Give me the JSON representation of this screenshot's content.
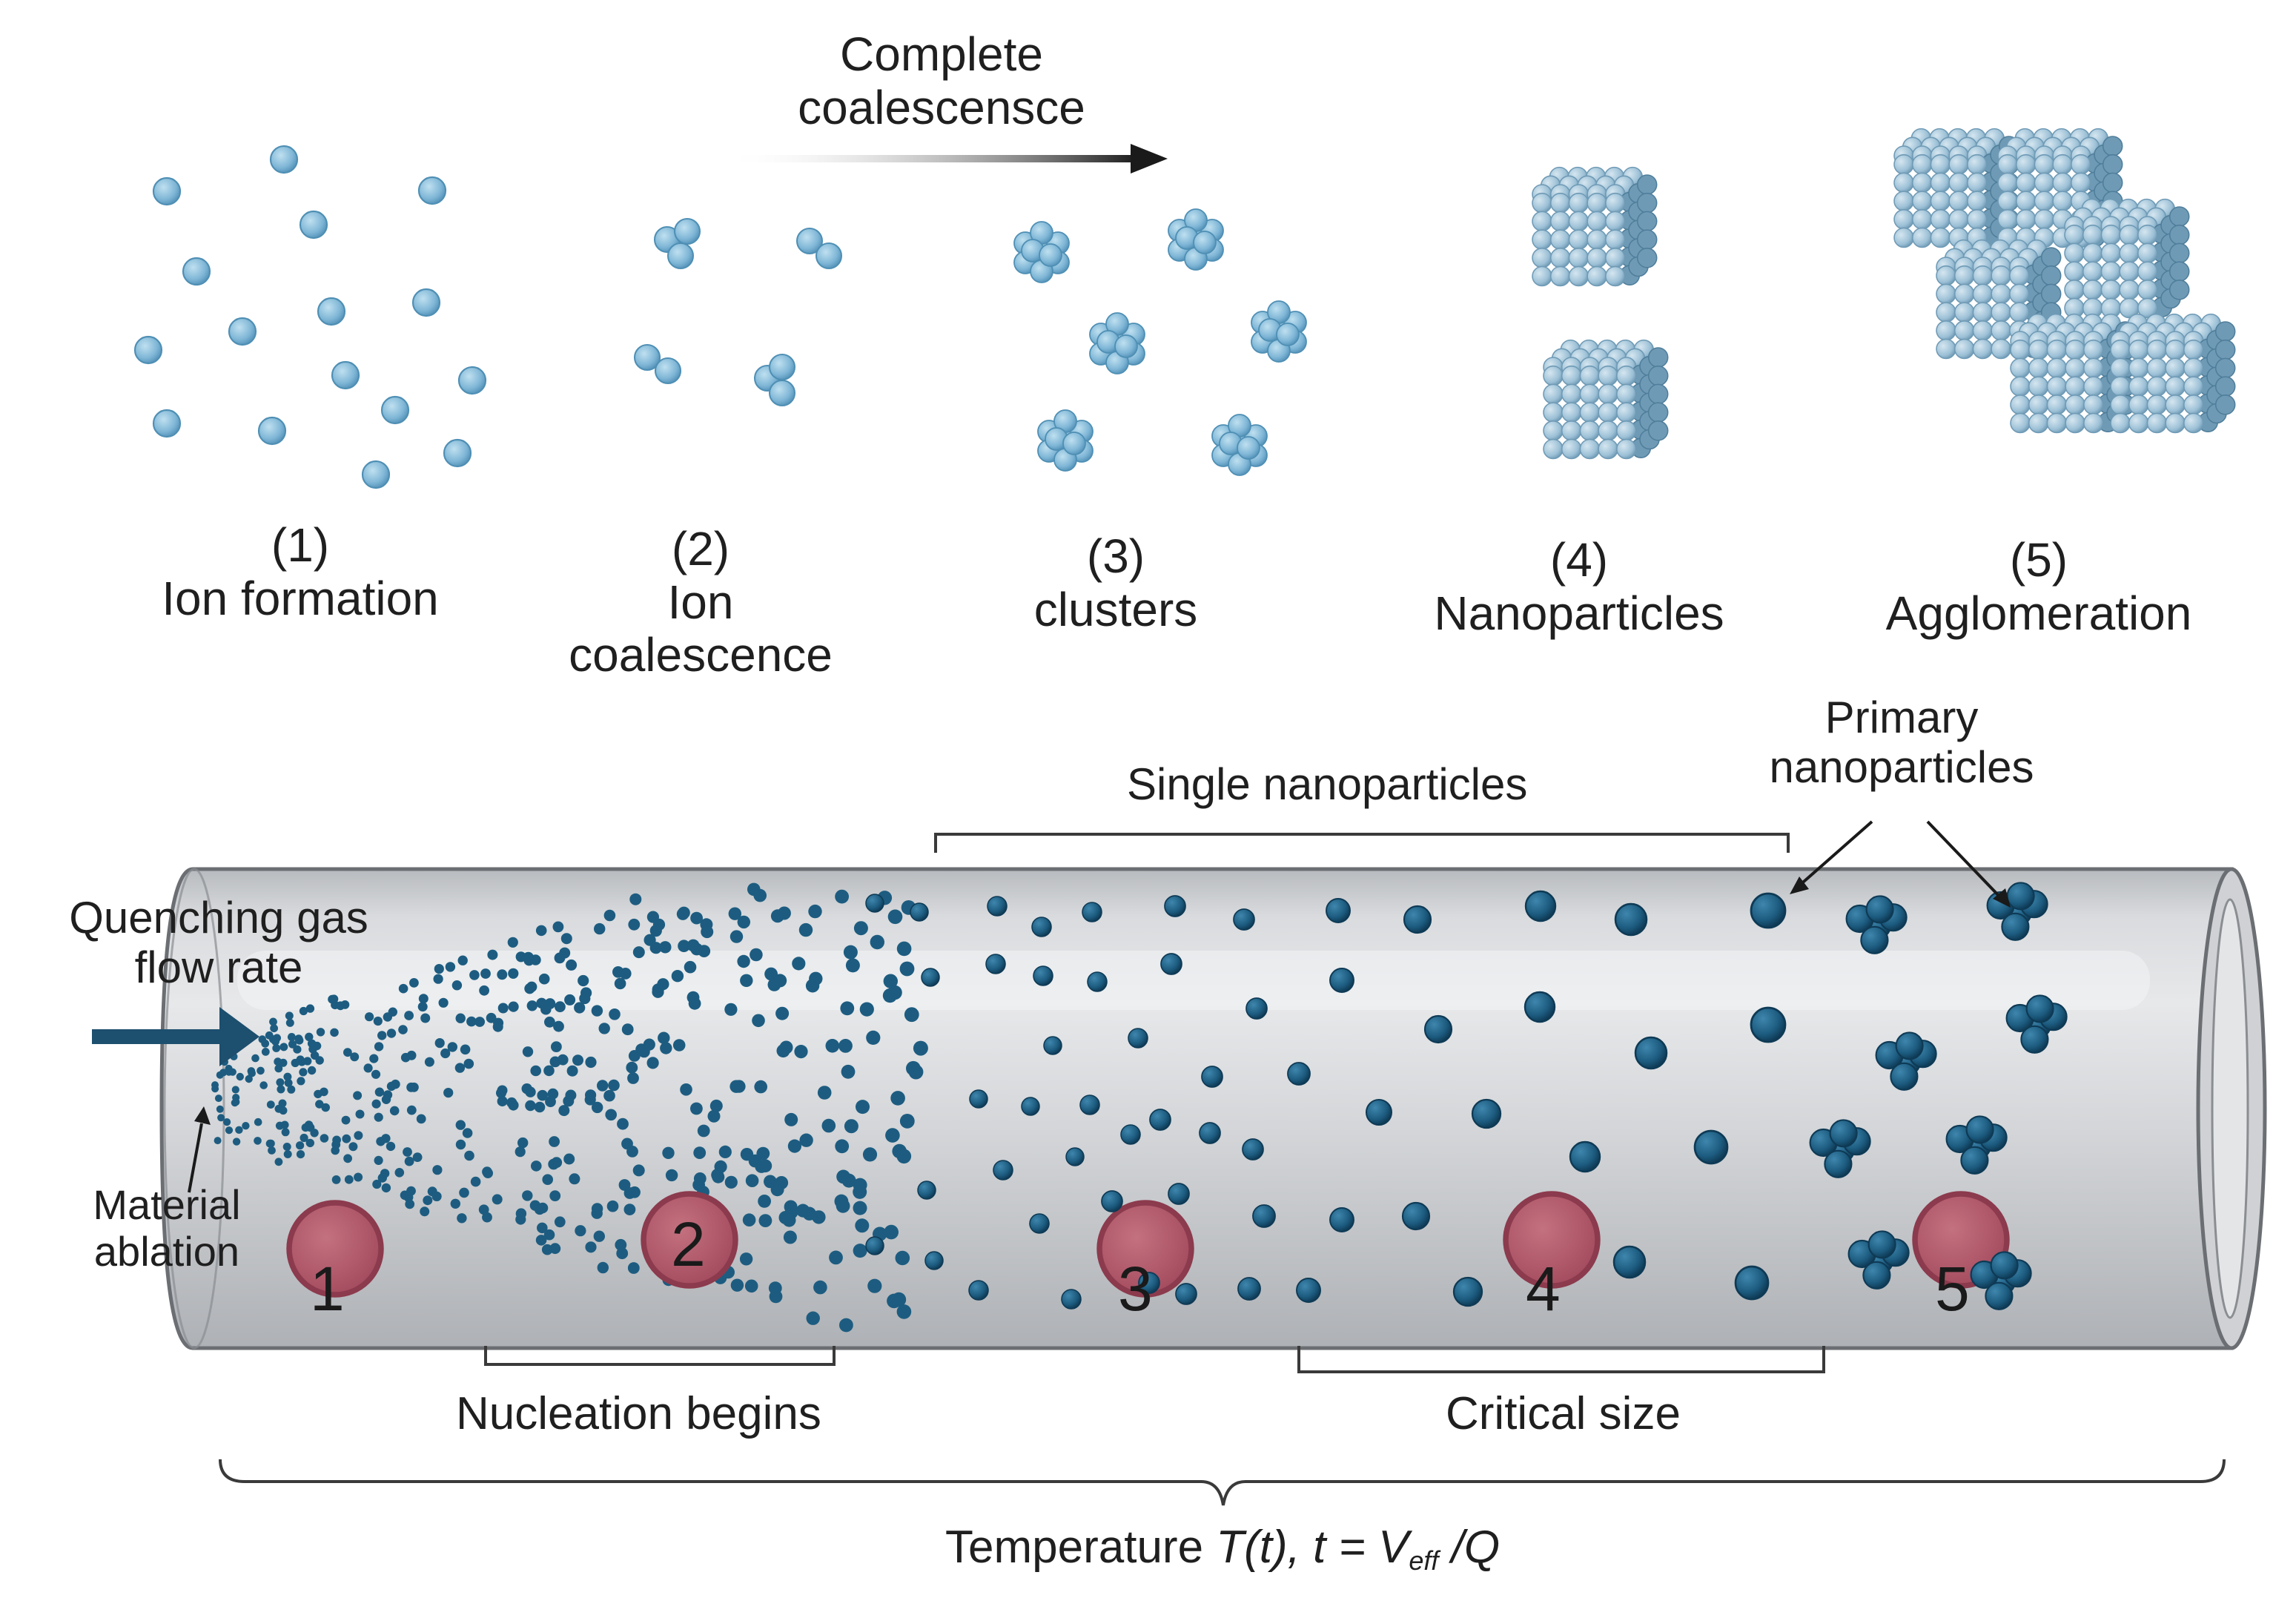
{
  "title_arrow": {
    "line1": "Complete",
    "line2": "coalescensce"
  },
  "stages": [
    {
      "index": "(1)",
      "line1": "Ion formation",
      "line2": ""
    },
    {
      "index": "(2)",
      "line1": "Ion",
      "line2": "coalescence"
    },
    {
      "index": "(3)",
      "line1": "clusters",
      "line2": ""
    },
    {
      "index": "(4)",
      "line1": "Nanoparticles",
      "line2": ""
    },
    {
      "index": "(5)",
      "line1": "Agglomeration",
      "line2": ""
    }
  ],
  "tube_labels": {
    "single_np": "Single nanoparticles",
    "primary_np_line1": "Primary",
    "primary_np_line2": "nanoparticles",
    "quench_line1": "Quenching gas",
    "quench_line2": "flow rate",
    "ablation_line1": "Material",
    "ablation_line2": "ablation",
    "nucleation": "Nucleation begins",
    "critical": "Critical size"
  },
  "zone_numbers": [
    "1",
    "2",
    "3",
    "4",
    "5"
  ],
  "temperature": {
    "prefix": "Temperature ",
    "func": "T(t), t = V",
    "sub": "eff",
    "suffix": " /Q"
  },
  "colors": {
    "ion": "#7fb6d6",
    "ion_edge": "#4f8fb4",
    "particle": "#1d5c80",
    "particle_edge": "#0e3a55",
    "zone": "#b55a6e",
    "tube": "#d3d5d8",
    "cube": "#9cc0d6"
  }
}
